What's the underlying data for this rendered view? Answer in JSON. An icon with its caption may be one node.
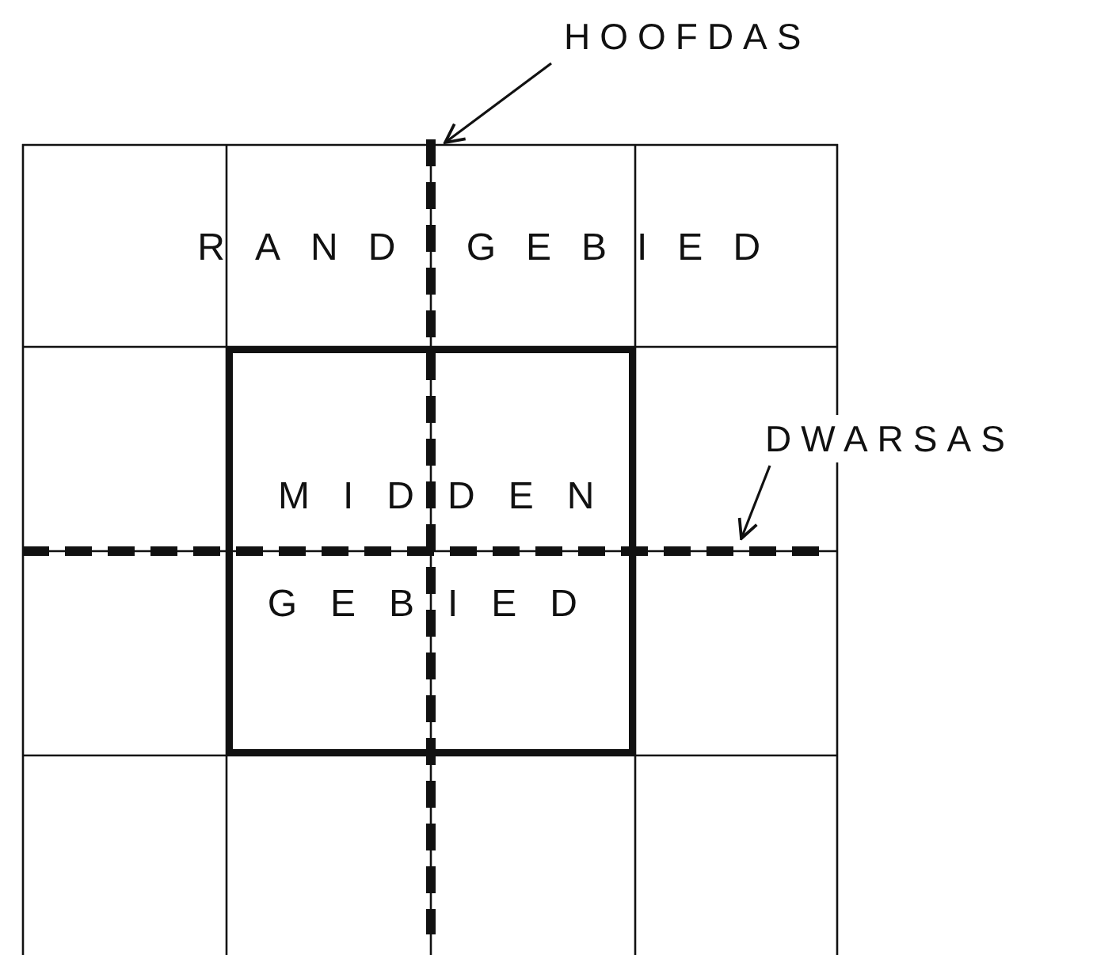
{
  "diagram": {
    "nodes": [
      {
        "text": [
          "RAND GEBIED"
        ]
      },
      {
        "text": [
          "MIDDEN GEBIED"
        ],
        "in": 0
      },
      {
        "text": [
          "HOOFDAS"
        ]
      },
      {
        "text": [
          "DWARSAS"
        ]
      }
    ],
    "edges": [
      {
        "from": 2,
        "to": 0,
        "arrow": "to"
      },
      {
        "from": 3,
        "to": null,
        "arrow": "to"
      }
    ]
  }
}
